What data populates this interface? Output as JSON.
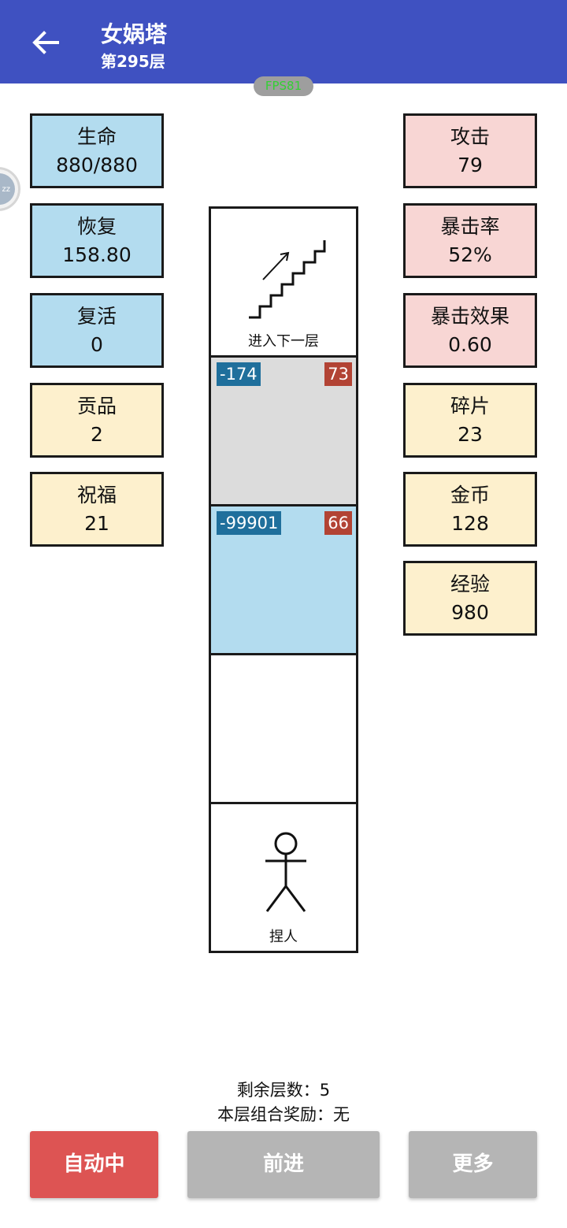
{
  "header": {
    "title": "女娲塔",
    "subtitle": "第295层",
    "color": "#3f51c1"
  },
  "fps": "FPS81",
  "side_bubble": "zz",
  "left_stats": [
    {
      "label": "生命",
      "value": "880/880"
    },
    {
      "label": "恢复",
      "value": "158.80"
    },
    {
      "label": "复活",
      "value": "0"
    },
    {
      "label": "贡品",
      "value": "2"
    },
    {
      "label": "祝福",
      "value": "21"
    }
  ],
  "right_stats": [
    {
      "label": "攻击",
      "value": "79"
    },
    {
      "label": "暴击率",
      "value": "52%"
    },
    {
      "label": "暴击效果",
      "value": "0.60"
    },
    {
      "label": "碎片",
      "value": "23"
    },
    {
      "label": "金币",
      "value": "128"
    },
    {
      "label": "经验",
      "value": "980"
    }
  ],
  "tower": {
    "next_floor_label": "进入下一层",
    "enemy_1": {
      "left_tag": "-174",
      "right_tag": "73"
    },
    "enemy_2": {
      "left_tag": "-99901",
      "right_tag": "66"
    },
    "player_label": "捏人"
  },
  "info": {
    "remaining_floors": "剩余层数：5",
    "combo_reward": "本层组合奖励：无"
  },
  "buttons": {
    "auto": "自动中",
    "advance": "前进",
    "more": "更多"
  },
  "colors": {
    "auto_button": "#dd5453",
    "disabled_button": "#b5b5b5",
    "enemy_gray": "#dcdcdc",
    "enemy_blue": "#b3dcef"
  }
}
